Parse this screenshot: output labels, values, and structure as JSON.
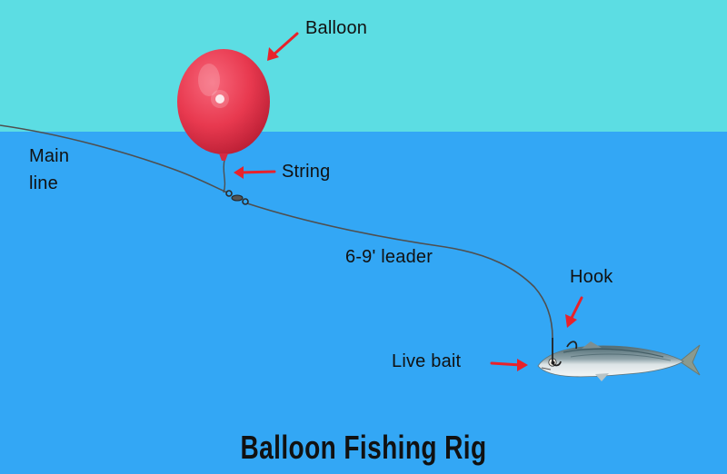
{
  "title": "Balloon Fishing Rig",
  "labels": {
    "balloon": "Balloon",
    "string": "String",
    "main_line_1": "Main",
    "main_line_2": "line",
    "leader": "6-9' leader",
    "hook": "Hook",
    "live_bait": "Live bait"
  },
  "colors": {
    "sky": "#5CDDE3",
    "water": "#33A7F5",
    "balloon": "#E8394F",
    "arrow": "#E8222B",
    "line": "#4F4F4F",
    "text": "#111111"
  },
  "icons": {
    "balloon": "balloon-icon",
    "swivel": "swivel-icon",
    "hook": "hook-icon",
    "bait": "fish-icon"
  }
}
